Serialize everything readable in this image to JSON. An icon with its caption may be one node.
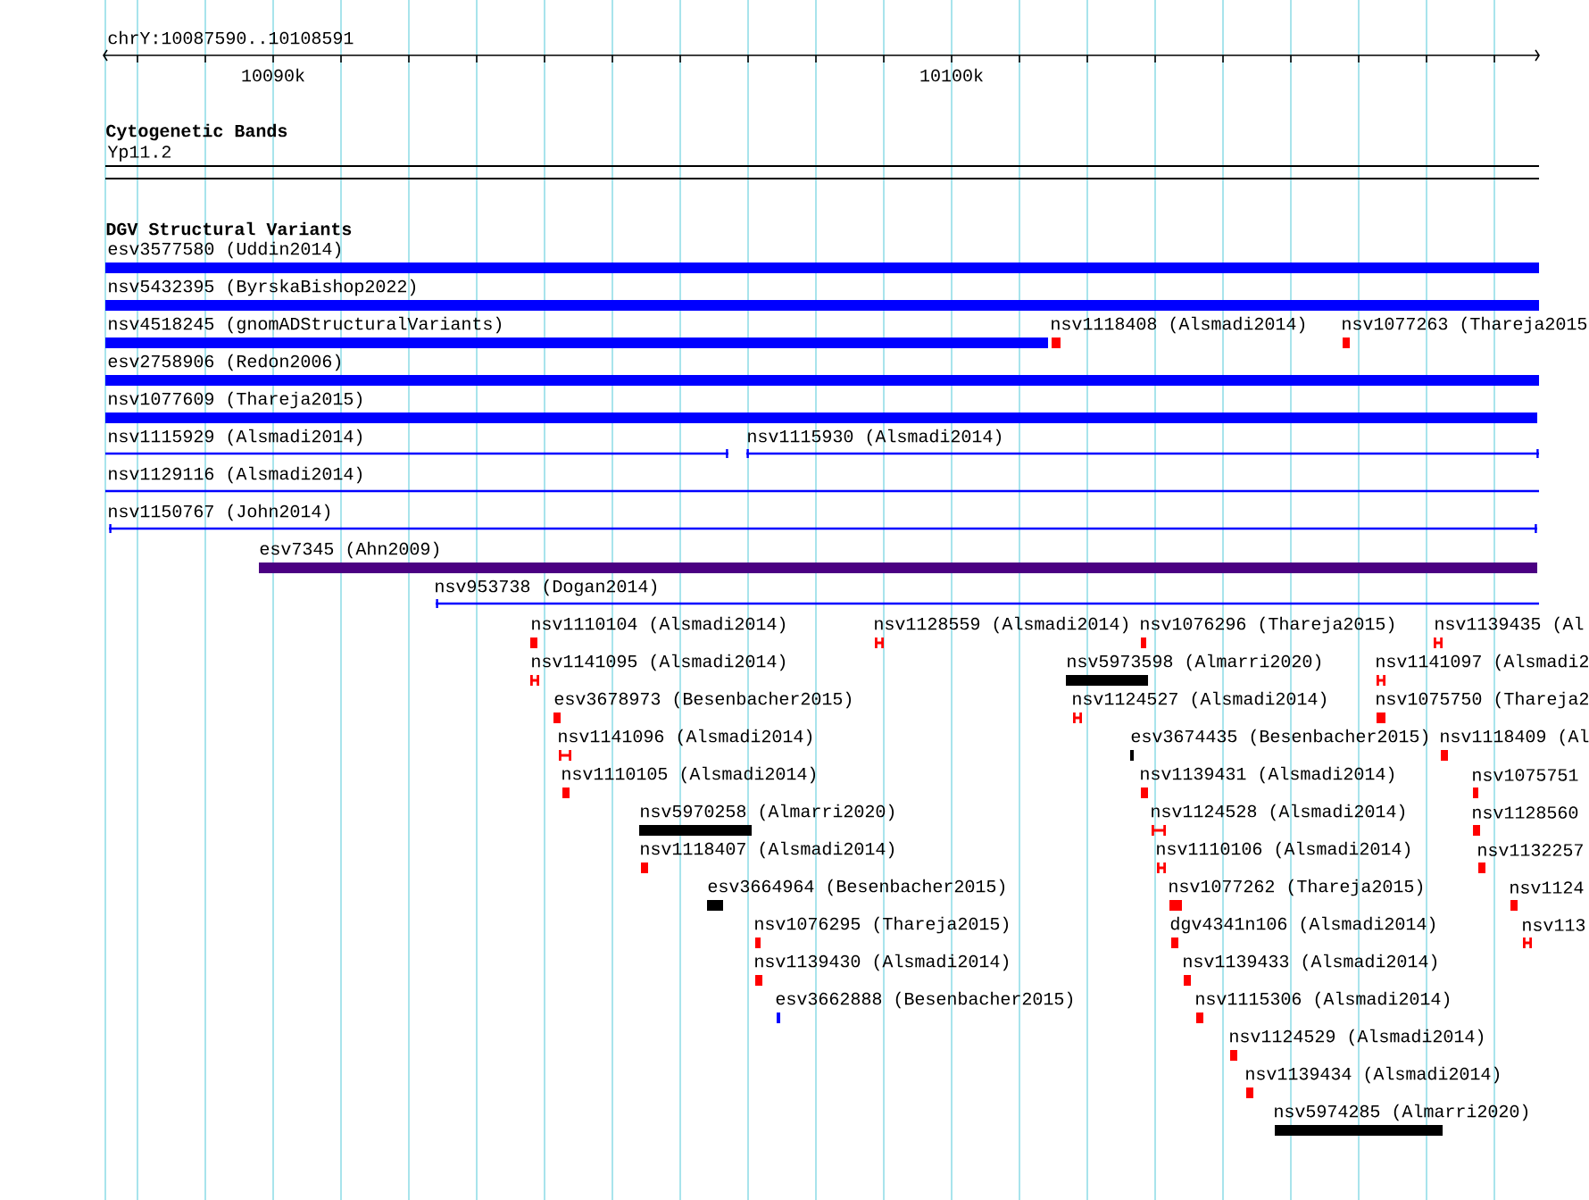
{
  "diagram": {
    "labels": [
      "chrY:10087590..10108591",
      "10090k",
      "10100k",
      "Cytogenetic Bands",
      "Yp11.2",
      "DGV Structural Variants",
      "esv3577580 (Uddin2014)",
      "nsv5432395 (ByrskaBishop2022)",
      "nsv4518245 (gnomADStructuralVariants)",
      "nsv1118408 (Alsmadi2014)",
      "nsv1077263 (Thareja2015",
      "esv2758906 (Redon2006)",
      "nsv1077609 (Thareja2015)",
      "nsv1115929 (Alsmadi2014)",
      "nsv1115930 (Alsmadi2014)",
      "nsv1129116 (Alsmadi2014)",
      "nsv1150767 (John2014)",
      "esv7345 (Ahn2009)",
      "nsv953738 (Dogan2014)",
      "nsv1110104 (Alsmadi2014)",
      "nsv1128559 (Alsmadi2014)",
      "nsv1076296 (Thareja2015)",
      "nsv1139435 (Al",
      "nsv1141095 (Alsmadi2014)",
      "nsv5973598 (Almarri2020)",
      "nsv1141097 (Alsmadi2",
      "esv3678973 (Besenbacher2015)",
      "nsv1124527 (Alsmadi2014)",
      "nsv1075750 (Thareja2",
      "nsv1141096 (Alsmadi2014)",
      "esv3674435 (Besenbacher2015)",
      "nsv1118409 (Al",
      "nsv1110105 (Alsmadi2014)",
      "nsv1139431 (Alsmadi2014)",
      "nsv1075751",
      "nsv5970258 (Almarri2020)",
      "nsv1124528 (Alsmadi2014)",
      "nsv1128560",
      "nsv1118407 (Alsmadi2014)",
      "nsv1110106 (Alsmadi2014)",
      "nsv1132257",
      "esv3664964 (Besenbacher2015)",
      "nsv1077262 (Thareja2015)",
      "nsv1124",
      "nsv1076295 (Thareja2015)",
      "dgv4341n106 (Alsmadi2014)",
      "nsv113",
      "nsv1139430 (Alsmadi2014)",
      "nsv1139433 (Alsmadi2014)",
      "esv3662888 (Besenbacher2015)",
      "nsv1115306 (Alsmadi2014)",
      "nsv1124529 (Alsmadi2014)",
      "nsv1139434 (Alsmadi2014)",
      "nsv5974285 (Almarri2020)"
    ]
  }
}
